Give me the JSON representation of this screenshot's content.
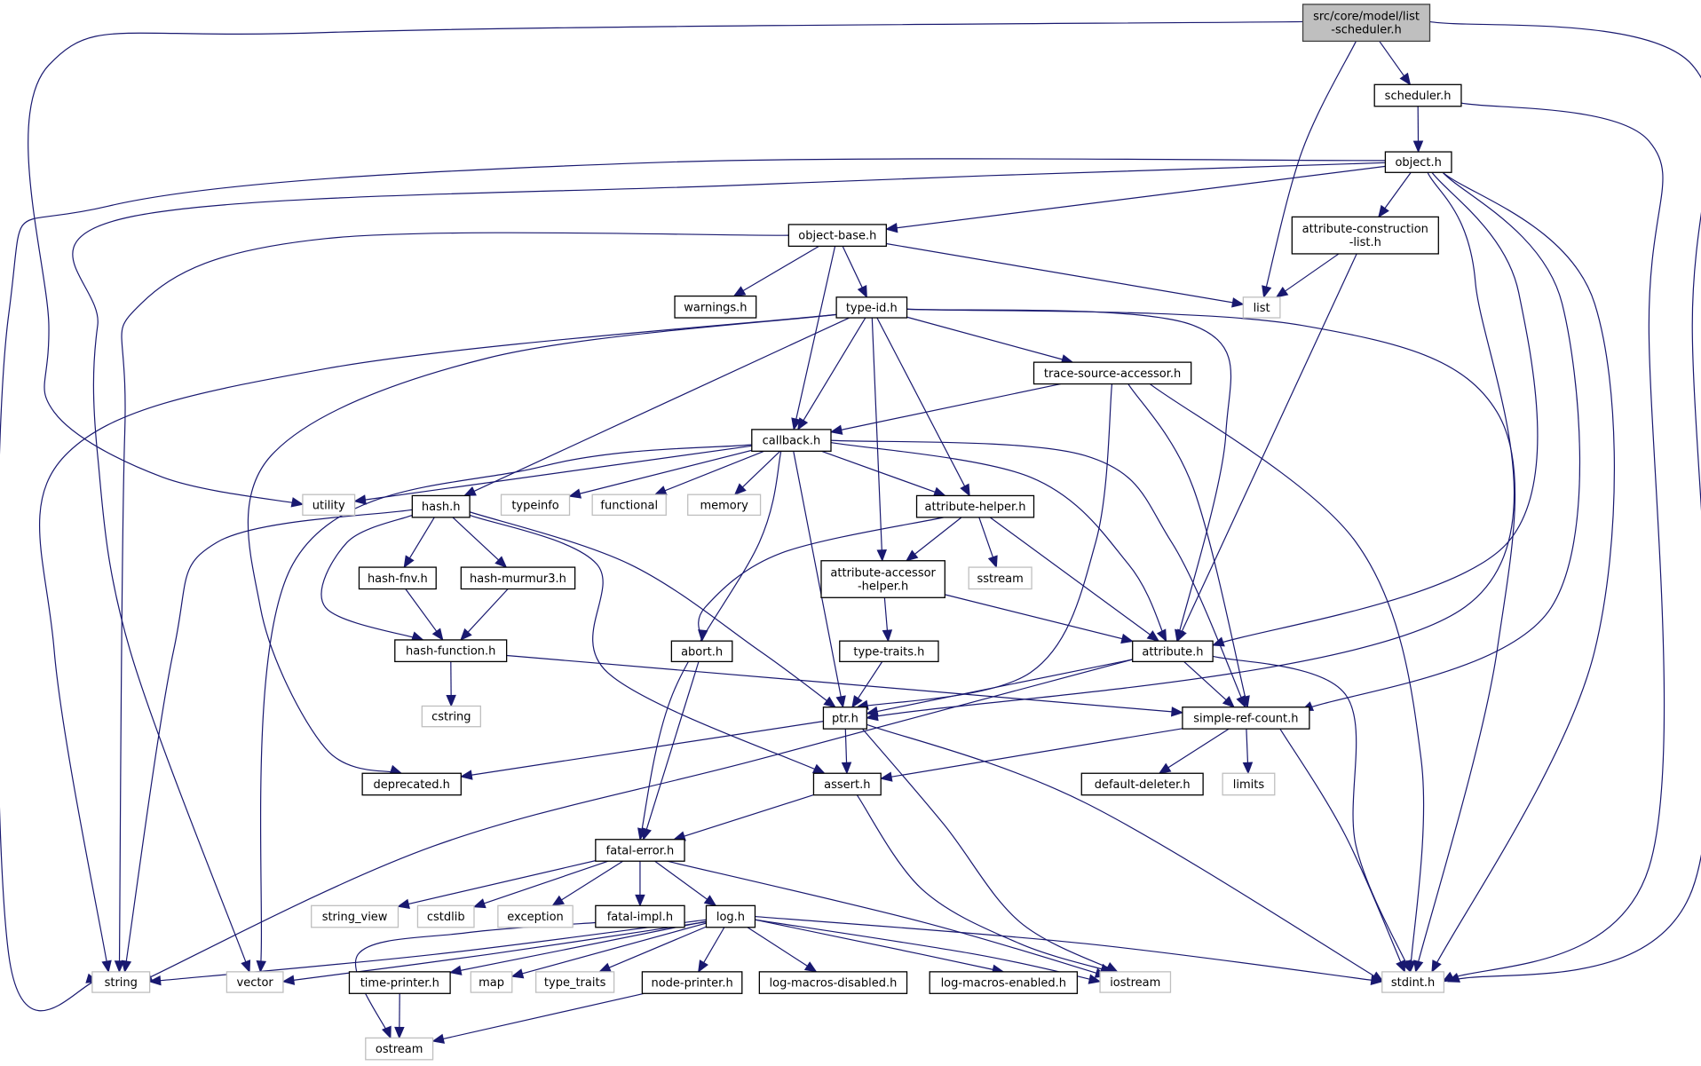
{
  "title": "src/core/model/list-scheduler.h include dependency graph",
  "colors": {
    "edge": "#191970",
    "root_fill": "#bfbfbf",
    "std_border": "#bfbfbf",
    "project_border": "#000000"
  },
  "nodes": [
    {
      "id": "root",
      "lines": [
        "src/core/model/list",
        "-scheduler.h"
      ],
      "kind": "root"
    },
    {
      "id": "scheduler",
      "lines": [
        "scheduler.h"
      ],
      "kind": "proj"
    },
    {
      "id": "object",
      "lines": [
        "object.h"
      ],
      "kind": "proj"
    },
    {
      "id": "object-base",
      "lines": [
        "object-base.h"
      ],
      "kind": "proj"
    },
    {
      "id": "attr-constr-list",
      "lines": [
        "attribute-construction",
        "-list.h"
      ],
      "kind": "proj"
    },
    {
      "id": "warnings",
      "lines": [
        "warnings.h"
      ],
      "kind": "proj"
    },
    {
      "id": "list",
      "lines": [
        "list"
      ],
      "kind": "std"
    },
    {
      "id": "type-id",
      "lines": [
        "type-id.h"
      ],
      "kind": "proj"
    },
    {
      "id": "trace-source-accessor",
      "lines": [
        "trace-source-accessor.h"
      ],
      "kind": "proj"
    },
    {
      "id": "callback",
      "lines": [
        "callback.h"
      ],
      "kind": "proj"
    },
    {
      "id": "utility",
      "lines": [
        "utility"
      ],
      "kind": "std"
    },
    {
      "id": "hash",
      "lines": [
        "hash.h"
      ],
      "kind": "proj"
    },
    {
      "id": "typeinfo",
      "lines": [
        "typeinfo"
      ],
      "kind": "std"
    },
    {
      "id": "functional",
      "lines": [
        "functional"
      ],
      "kind": "std"
    },
    {
      "id": "memory",
      "lines": [
        "memory"
      ],
      "kind": "std"
    },
    {
      "id": "attribute-helper",
      "lines": [
        "attribute-helper.h"
      ],
      "kind": "proj"
    },
    {
      "id": "hash-fnv",
      "lines": [
        "hash-fnv.h"
      ],
      "kind": "proj"
    },
    {
      "id": "hash-murmur3",
      "lines": [
        "hash-murmur3.h"
      ],
      "kind": "proj"
    },
    {
      "id": "attr-accessor-helper",
      "lines": [
        "attribute-accessor",
        "-helper.h"
      ],
      "kind": "proj"
    },
    {
      "id": "sstream",
      "lines": [
        "sstream"
      ],
      "kind": "std"
    },
    {
      "id": "hash-function",
      "lines": [
        "hash-function.h"
      ],
      "kind": "proj"
    },
    {
      "id": "abort",
      "lines": [
        "abort.h"
      ],
      "kind": "proj"
    },
    {
      "id": "type-traits-h",
      "lines": [
        "type-traits.h"
      ],
      "kind": "proj"
    },
    {
      "id": "attribute",
      "lines": [
        "attribute.h"
      ],
      "kind": "proj"
    },
    {
      "id": "cstring",
      "lines": [
        "cstring"
      ],
      "kind": "std"
    },
    {
      "id": "ptr",
      "lines": [
        "ptr.h"
      ],
      "kind": "proj"
    },
    {
      "id": "simple-ref-count",
      "lines": [
        "simple-ref-count.h"
      ],
      "kind": "proj"
    },
    {
      "id": "deprecated",
      "lines": [
        "deprecated.h"
      ],
      "kind": "proj"
    },
    {
      "id": "assert",
      "lines": [
        "assert.h"
      ],
      "kind": "proj"
    },
    {
      "id": "default-deleter",
      "lines": [
        "default-deleter.h"
      ],
      "kind": "proj"
    },
    {
      "id": "limits",
      "lines": [
        "limits"
      ],
      "kind": "std"
    },
    {
      "id": "fatal-error",
      "lines": [
        "fatal-error.h"
      ],
      "kind": "proj"
    },
    {
      "id": "string_view",
      "lines": [
        "string_view"
      ],
      "kind": "std"
    },
    {
      "id": "cstdlib",
      "lines": [
        "cstdlib"
      ],
      "kind": "std"
    },
    {
      "id": "exception",
      "lines": [
        "exception"
      ],
      "kind": "std"
    },
    {
      "id": "fatal-impl",
      "lines": [
        "fatal-impl.h"
      ],
      "kind": "proj"
    },
    {
      "id": "log",
      "lines": [
        "log.h"
      ],
      "kind": "proj"
    },
    {
      "id": "string",
      "lines": [
        "string"
      ],
      "kind": "std"
    },
    {
      "id": "vector",
      "lines": [
        "vector"
      ],
      "kind": "std"
    },
    {
      "id": "time-printer",
      "lines": [
        "time-printer.h"
      ],
      "kind": "proj"
    },
    {
      "id": "map",
      "lines": [
        "map"
      ],
      "kind": "std"
    },
    {
      "id": "type_traits",
      "lines": [
        "type_traits"
      ],
      "kind": "std"
    },
    {
      "id": "node-printer",
      "lines": [
        "node-printer.h"
      ],
      "kind": "proj"
    },
    {
      "id": "log-macros-disabled",
      "lines": [
        "log-macros-disabled.h"
      ],
      "kind": "proj"
    },
    {
      "id": "log-macros-enabled",
      "lines": [
        "log-macros-enabled.h"
      ],
      "kind": "proj"
    },
    {
      "id": "iostream",
      "lines": [
        "iostream"
      ],
      "kind": "std"
    },
    {
      "id": "stdint",
      "lines": [
        "stdint.h"
      ],
      "kind": "std"
    },
    {
      "id": "ostream",
      "lines": [
        "ostream"
      ],
      "kind": "std"
    }
  ],
  "edges": [
    [
      "root",
      "scheduler"
    ],
    [
      "root",
      "list"
    ],
    [
      "root",
      "utility"
    ],
    [
      "root",
      "stdint"
    ],
    [
      "scheduler",
      "object"
    ],
    [
      "scheduler",
      "stdint"
    ],
    [
      "object",
      "object-base"
    ],
    [
      "object",
      "attr-constr-list"
    ],
    [
      "object",
      "string"
    ],
    [
      "object",
      "vector"
    ],
    [
      "object",
      "ptr"
    ],
    [
      "object",
      "attribute"
    ],
    [
      "object",
      "simple-ref-count"
    ],
    [
      "object",
      "stdint"
    ],
    [
      "object-base",
      "warnings"
    ],
    [
      "object-base",
      "type-id"
    ],
    [
      "object-base",
      "callback"
    ],
    [
      "object-base",
      "list"
    ],
    [
      "object-base",
      "string"
    ],
    [
      "attr-constr-list",
      "list"
    ],
    [
      "attr-constr-list",
      "attribute"
    ],
    [
      "type-id",
      "trace-source-accessor"
    ],
    [
      "type-id",
      "callback"
    ],
    [
      "type-id",
      "hash"
    ],
    [
      "type-id",
      "attribute-helper"
    ],
    [
      "type-id",
      "attr-accessor-helper"
    ],
    [
      "type-id",
      "attribute"
    ],
    [
      "type-id",
      "string"
    ],
    [
      "type-id",
      "deprecated"
    ],
    [
      "type-id",
      "stdint"
    ],
    [
      "trace-source-accessor",
      "callback"
    ],
    [
      "trace-source-accessor",
      "ptr"
    ],
    [
      "trace-source-accessor",
      "simple-ref-count"
    ],
    [
      "trace-source-accessor",
      "stdint"
    ],
    [
      "callback",
      "utility"
    ],
    [
      "callback",
      "typeinfo"
    ],
    [
      "callback",
      "functional"
    ],
    [
      "callback",
      "memory"
    ],
    [
      "callback",
      "attribute-helper"
    ],
    [
      "callback",
      "attribute"
    ],
    [
      "callback",
      "ptr"
    ],
    [
      "callback",
      "fatal-error"
    ],
    [
      "callback",
      "simple-ref-count"
    ],
    [
      "callback",
      "vector"
    ],
    [
      "hash",
      "hash-fnv"
    ],
    [
      "hash",
      "hash-murmur3"
    ],
    [
      "hash",
      "hash-function"
    ],
    [
      "hash",
      "string"
    ],
    [
      "hash",
      "assert"
    ],
    [
      "hash",
      "ptr"
    ],
    [
      "hash-fnv",
      "hash-function"
    ],
    [
      "hash-murmur3",
      "hash-function"
    ],
    [
      "hash-function",
      "cstring"
    ],
    [
      "hash-function",
      "simple-ref-count"
    ],
    [
      "attribute-helper",
      "attr-accessor-helper"
    ],
    [
      "attribute-helper",
      "sstream"
    ],
    [
      "attribute-helper",
      "attribute"
    ],
    [
      "attribute-helper",
      "abort"
    ],
    [
      "attr-accessor-helper",
      "type-traits-h"
    ],
    [
      "attr-accessor-helper",
      "attribute"
    ],
    [
      "type-traits-h",
      "ptr"
    ],
    [
      "abort",
      "fatal-error"
    ],
    [
      "attribute",
      "ptr"
    ],
    [
      "attribute",
      "simple-ref-count"
    ],
    [
      "attribute",
      "string"
    ],
    [
      "attribute",
      "stdint"
    ],
    [
      "ptr",
      "deprecated"
    ],
    [
      "ptr",
      "assert"
    ],
    [
      "ptr",
      "iostream"
    ],
    [
      "ptr",
      "stdint"
    ],
    [
      "simple-ref-count",
      "default-deleter"
    ],
    [
      "simple-ref-count",
      "limits"
    ],
    [
      "simple-ref-count",
      "assert"
    ],
    [
      "simple-ref-count",
      "stdint"
    ],
    [
      "assert",
      "fatal-error"
    ],
    [
      "assert",
      "iostream"
    ],
    [
      "fatal-error",
      "string_view"
    ],
    [
      "fatal-error",
      "cstdlib"
    ],
    [
      "fatal-error",
      "exception"
    ],
    [
      "fatal-error",
      "fatal-impl"
    ],
    [
      "fatal-error",
      "log"
    ],
    [
      "fatal-error",
      "iostream"
    ],
    [
      "fatal-impl",
      "ostream"
    ],
    [
      "log",
      "string"
    ],
    [
      "log",
      "vector"
    ],
    [
      "log",
      "time-printer"
    ],
    [
      "log",
      "map"
    ],
    [
      "log",
      "type_traits"
    ],
    [
      "log",
      "node-printer"
    ],
    [
      "log",
      "log-macros-disabled"
    ],
    [
      "log",
      "log-macros-enabled"
    ],
    [
      "log",
      "iostream"
    ],
    [
      "log",
      "stdint"
    ],
    [
      "time-printer",
      "ostream"
    ],
    [
      "node-printer",
      "ostream"
    ]
  ]
}
